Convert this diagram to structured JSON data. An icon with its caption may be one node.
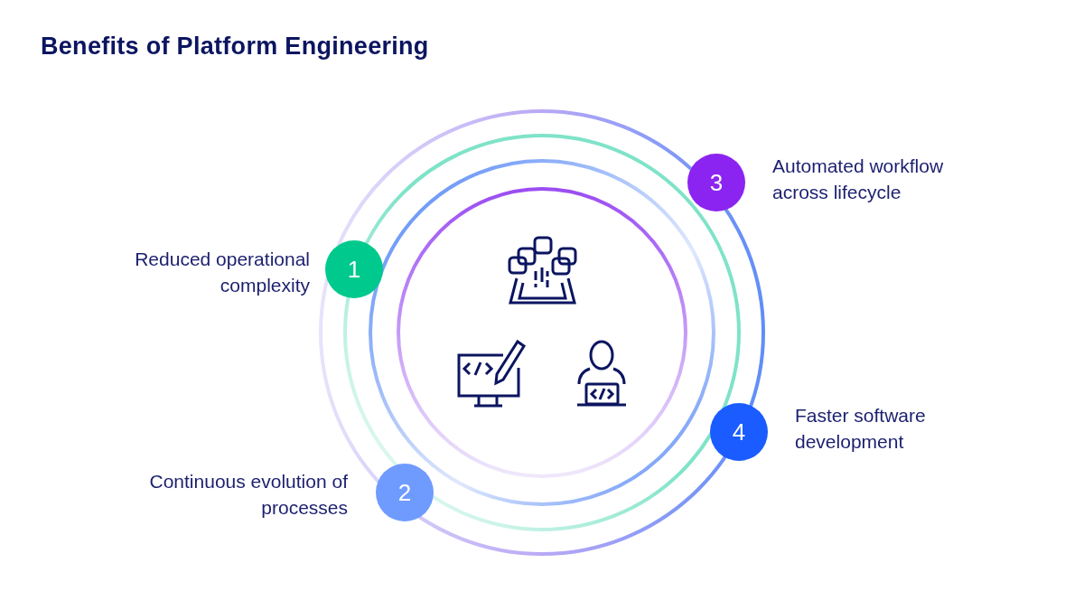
{
  "diagram": {
    "title": "Benefits of Platform Engineering",
    "nodes": [
      {
        "text": [
          "1"
        ],
        "beside": [
          "Reduced operational complexity"
        ]
      },
      {
        "text": [
          "2"
        ],
        "beside": [
          "Continuous evolution of processes"
        ]
      },
      {
        "text": [
          "3"
        ],
        "beside": [
          "Automated workflow across lifecycle"
        ]
      },
      {
        "text": [
          "4"
        ],
        "beside": [
          "Faster software development"
        ]
      }
    ],
    "edges": []
  }
}
